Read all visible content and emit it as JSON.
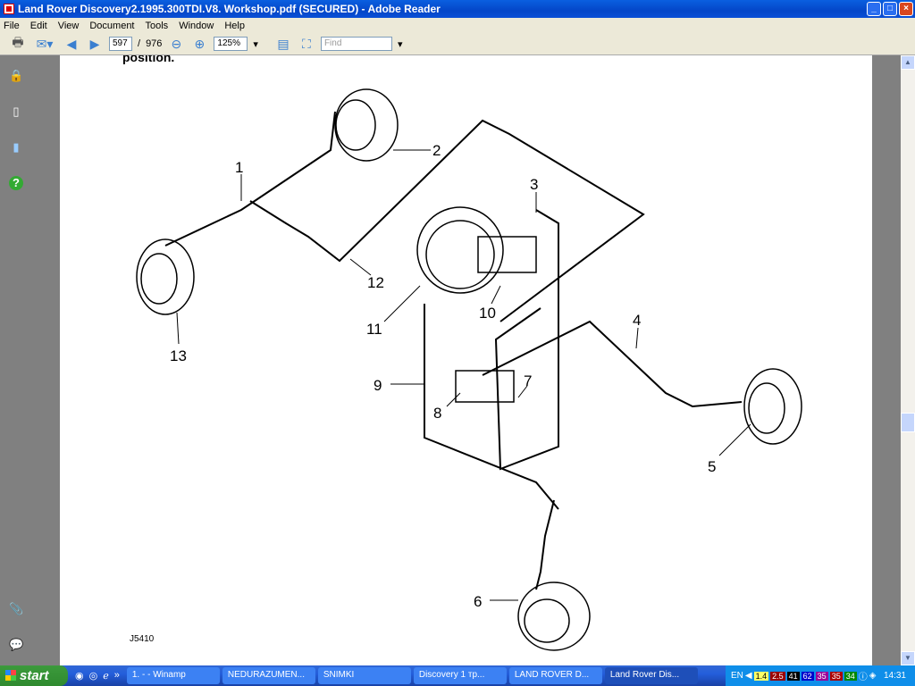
{
  "window": {
    "title": "Land Rover Discovery2.1995.300TDI.V8. Workshop.pdf (SECURED) - Adobe Reader",
    "min": "_",
    "max": "□",
    "close": "×"
  },
  "menu": [
    "File",
    "Edit",
    "View",
    "Document",
    "Tools",
    "Window",
    "Help"
  ],
  "toolbar": {
    "page_current": "597",
    "page_sep": "/",
    "page_total": "976",
    "zoom": "125%",
    "find_placeholder": "Find"
  },
  "document": {
    "heading_fragment": "position.",
    "figure_id": "J5410",
    "callouts": [
      "1",
      "2",
      "3",
      "4",
      "5",
      "6",
      "7",
      "8",
      "9",
      "10",
      "11",
      "12",
      "13"
    ]
  },
  "taskbar": {
    "start": "start",
    "tasks": [
      "1. - - Winamp",
      "NEDURAZUMEN...",
      "SNIMKI",
      "Discovery 1 тр...",
      "LAND ROVER D...",
      "Land Rover Dis..."
    ],
    "lang": "EN",
    "tray_values": [
      "1.4",
      "2.5",
      "41",
      "62",
      "35",
      "35",
      "34"
    ],
    "clock": "14:31"
  }
}
